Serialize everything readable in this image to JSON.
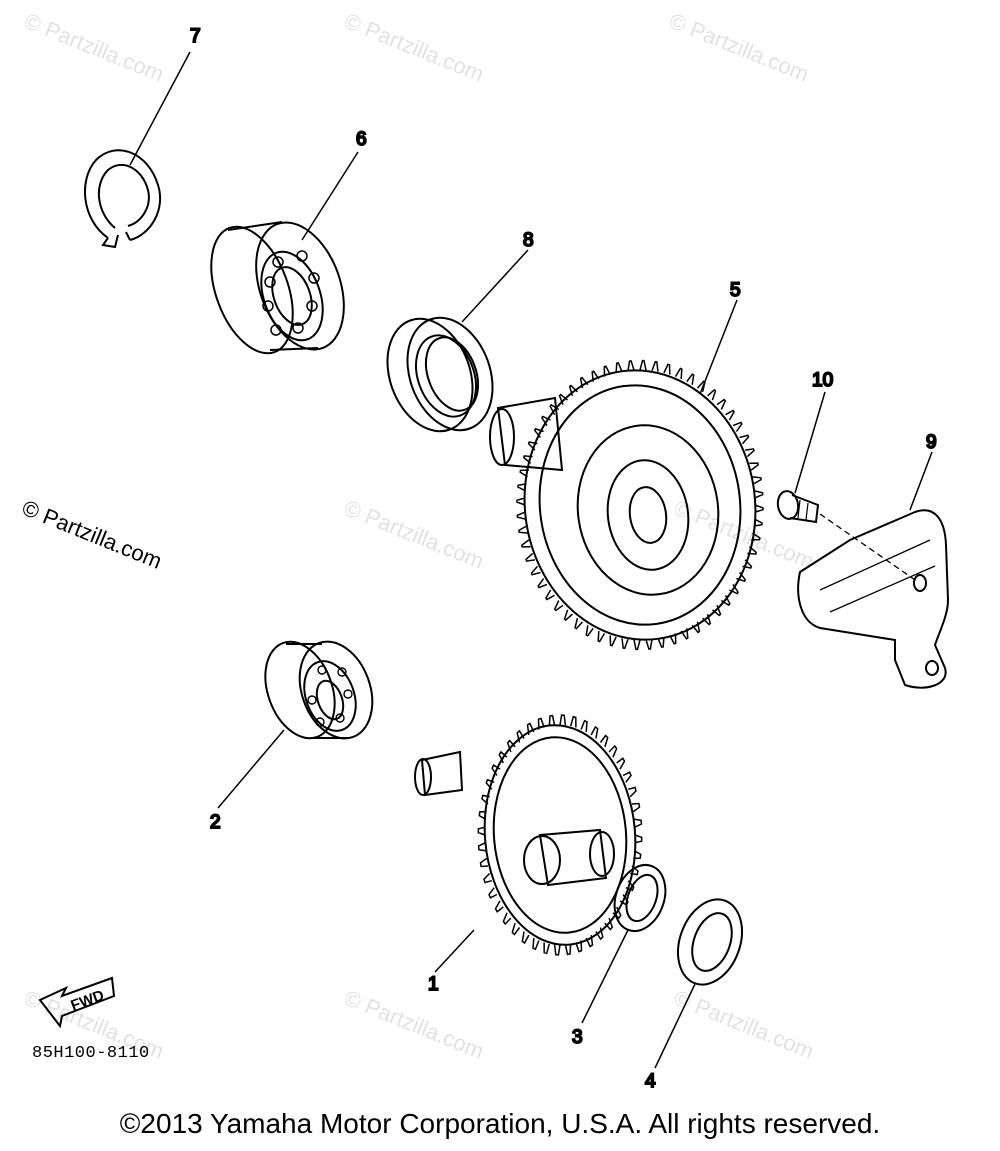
{
  "watermark": "© Partzilla.com",
  "callouts": [
    "1",
    "2",
    "3",
    "4",
    "5",
    "6",
    "7",
    "8",
    "9",
    "10"
  ],
  "fwd_label": "FWD",
  "diagram_code": "85H100-8110",
  "copyright": "©2013 Yamaha Motor Corporation, U.S.A. All rights reserved."
}
